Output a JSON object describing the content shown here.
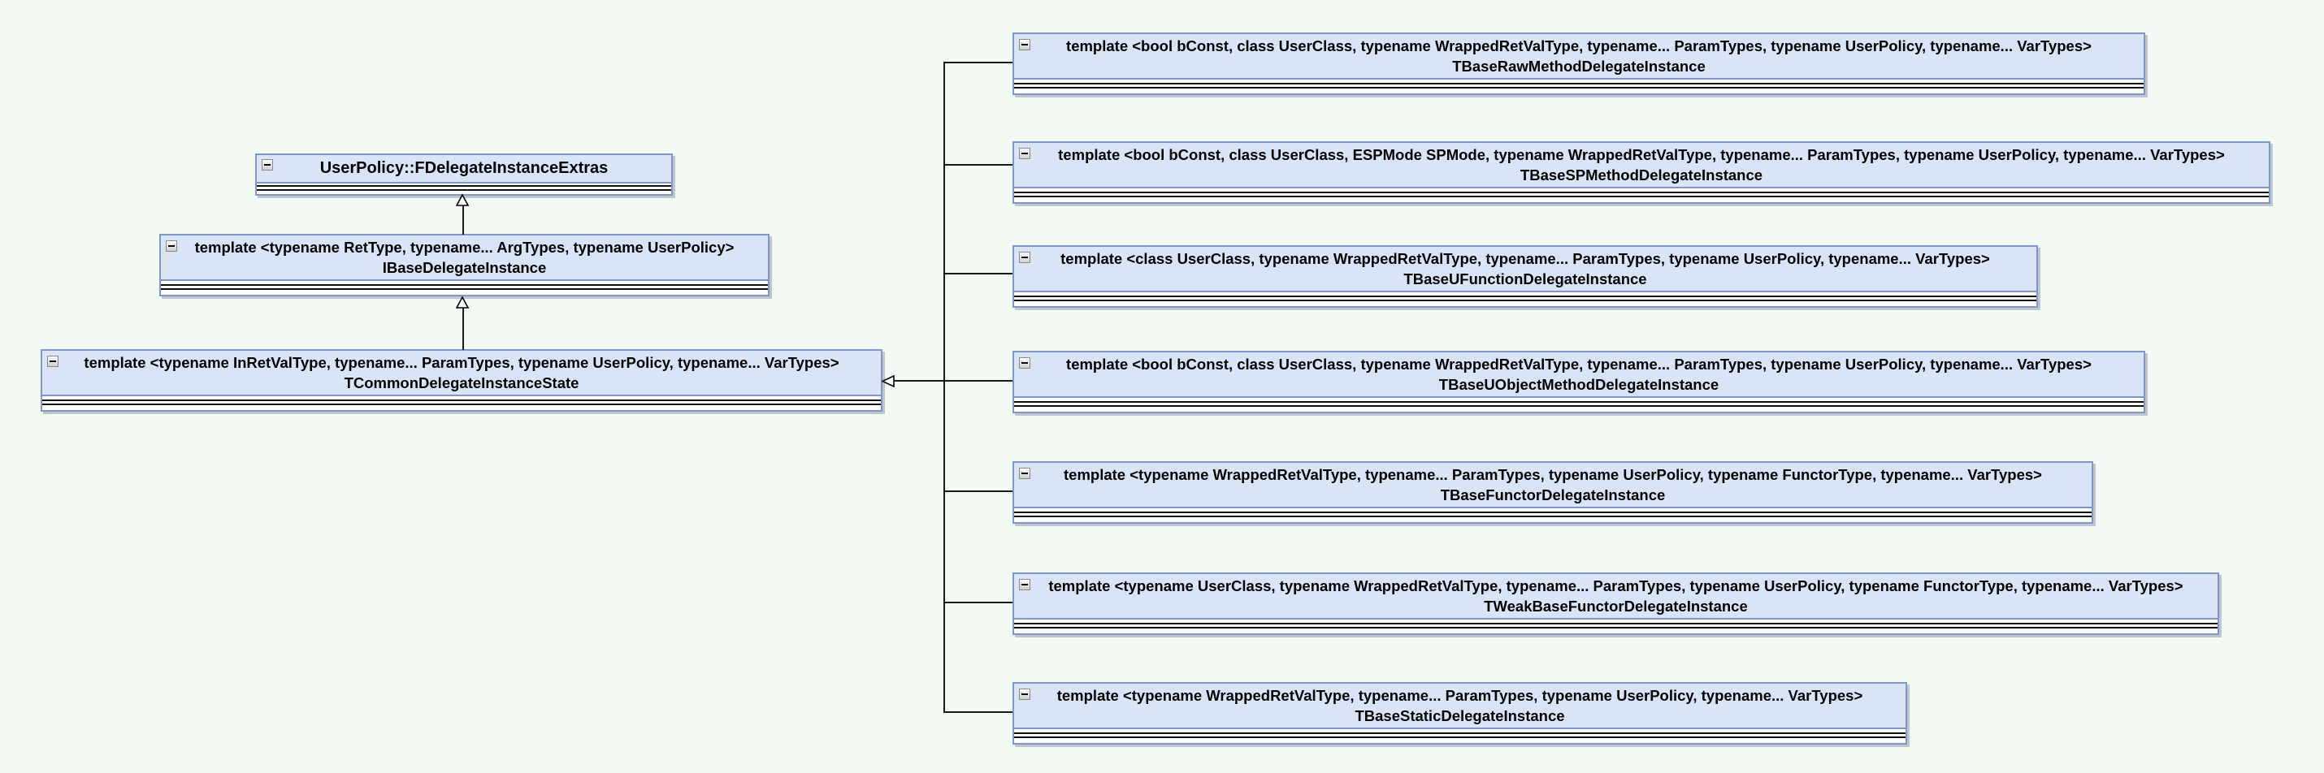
{
  "diagram": {
    "type": "class-inheritance-diagram",
    "colors": {
      "background": "#f3faf3",
      "node_fill": "#dae4f7",
      "node_border": "#7e97c6",
      "edge": "#1a1a1a",
      "text": "#000000"
    },
    "icons": {
      "collapse": "minus-box-icon"
    },
    "nodes": [
      {
        "id": "extras",
        "template": "",
        "name": "UserPolicy::FDelegateInstanceExtras"
      },
      {
        "id": "ibase",
        "template": "template <typename RetType, typename... ArgTypes, typename UserPolicy>",
        "name": "IBaseDelegateInstance"
      },
      {
        "id": "tcommon",
        "template": "template <typename InRetValType, typename... ParamTypes, typename UserPolicy, typename... VarTypes>",
        "name": "TCommonDelegateInstanceState"
      },
      {
        "id": "raw-method",
        "template": "template <bool bConst, class UserClass, typename WrappedRetValType, typename... ParamTypes, typename UserPolicy, typename... VarTypes>",
        "name": "TBaseRawMethodDelegateInstance"
      },
      {
        "id": "sp-method",
        "template": "template <bool bConst, class UserClass, ESPMode SPMode, typename WrappedRetValType, typename... ParamTypes, typename UserPolicy, typename... VarTypes>",
        "name": "TBaseSPMethodDelegateInstance"
      },
      {
        "id": "ufunction",
        "template": "template <class UserClass, typename WrappedRetValType, typename... ParamTypes, typename UserPolicy, typename... VarTypes>",
        "name": "TBaseUFunctionDelegateInstance"
      },
      {
        "id": "uobject-method",
        "template": "template <bool bConst, class UserClass, typename WrappedRetValType, typename... ParamTypes, typename UserPolicy, typename... VarTypes>",
        "name": "TBaseUObjectMethodDelegateInstance"
      },
      {
        "id": "functor",
        "template": "template <typename WrappedRetValType, typename... ParamTypes, typename UserPolicy, typename FunctorType, typename... VarTypes>",
        "name": "TBaseFunctorDelegateInstance"
      },
      {
        "id": "weak-functor",
        "template": "template <typename UserClass, typename WrappedRetValType, typename... ParamTypes, typename UserPolicy, typename FunctorType, typename... VarTypes>",
        "name": "TWeakBaseFunctorDelegateInstance"
      },
      {
        "id": "static",
        "template": "template <typename WrappedRetValType, typename... ParamTypes, typename UserPolicy, typename... VarTypes>",
        "name": "TBaseStaticDelegateInstance"
      }
    ],
    "edges": [
      {
        "from": "ibase",
        "to": "extras",
        "type": "inheritance"
      },
      {
        "from": "tcommon",
        "to": "ibase",
        "type": "inheritance"
      },
      {
        "from": "raw-method",
        "to": "tcommon",
        "type": "inheritance"
      },
      {
        "from": "sp-method",
        "to": "tcommon",
        "type": "inheritance"
      },
      {
        "from": "ufunction",
        "to": "tcommon",
        "type": "inheritance"
      },
      {
        "from": "uobject-method",
        "to": "tcommon",
        "type": "inheritance"
      },
      {
        "from": "functor",
        "to": "tcommon",
        "type": "inheritance"
      },
      {
        "from": "weak-functor",
        "to": "tcommon",
        "type": "inheritance"
      },
      {
        "from": "static",
        "to": "tcommon",
        "type": "inheritance"
      }
    ]
  }
}
